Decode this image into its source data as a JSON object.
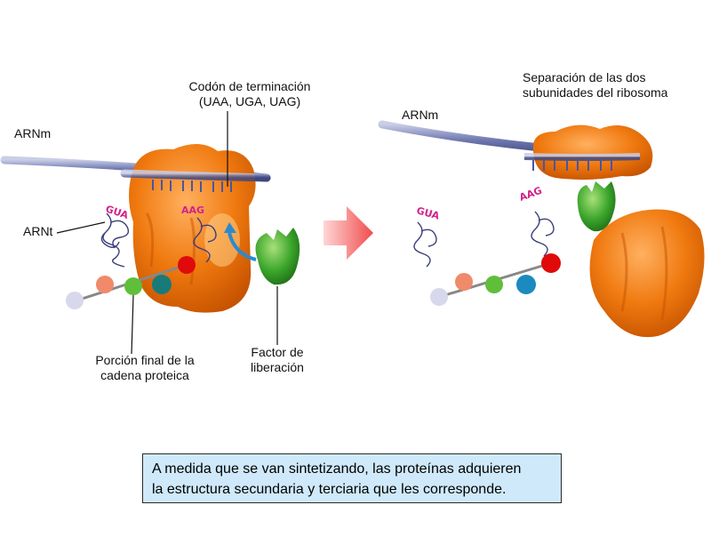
{
  "labels": {
    "stop_codon_title": "Codón de terminación",
    "stop_codon_list": "(UAA, UGA, UAG)",
    "mrna_left": "ARNm",
    "trna": "ARNt",
    "protein_end_line1": "Porción final de la",
    "protein_end_line2": "cadena  proteica",
    "release_factor_line1": "Factor de",
    "release_factor_line2": "liberación",
    "mrna_right": "ARNm",
    "separation_line1": "Separación de las dos",
    "separation_line2": "subunidades del ribosoma"
  },
  "codons": {
    "left_trna_anticodon": "GUA",
    "left_trna_anticodon_2": "AAG",
    "right_trna_anticodon": "GUA",
    "right_trna_anticodon_2": "AAG"
  },
  "caption": {
    "line1": "A medida que se van sintetizando, las proteínas adquieren",
    "line2": "la estructura secundaria y terciaria que les corresponde."
  },
  "colors": {
    "ribosome": "#f07a10",
    "ribosome_dark": "#c65300",
    "mrna": "#6f79b0",
    "release_factor": "#3aa52a",
    "arrow": "#f04c4c",
    "codon_text": "#d4208a",
    "caption_bg": "#cfe9fb",
    "aa_colors": [
      "#d8d8ec",
      "#f08a6a",
      "#5fbf3a",
      "#1a8a8a",
      "#e00a0a"
    ]
  }
}
